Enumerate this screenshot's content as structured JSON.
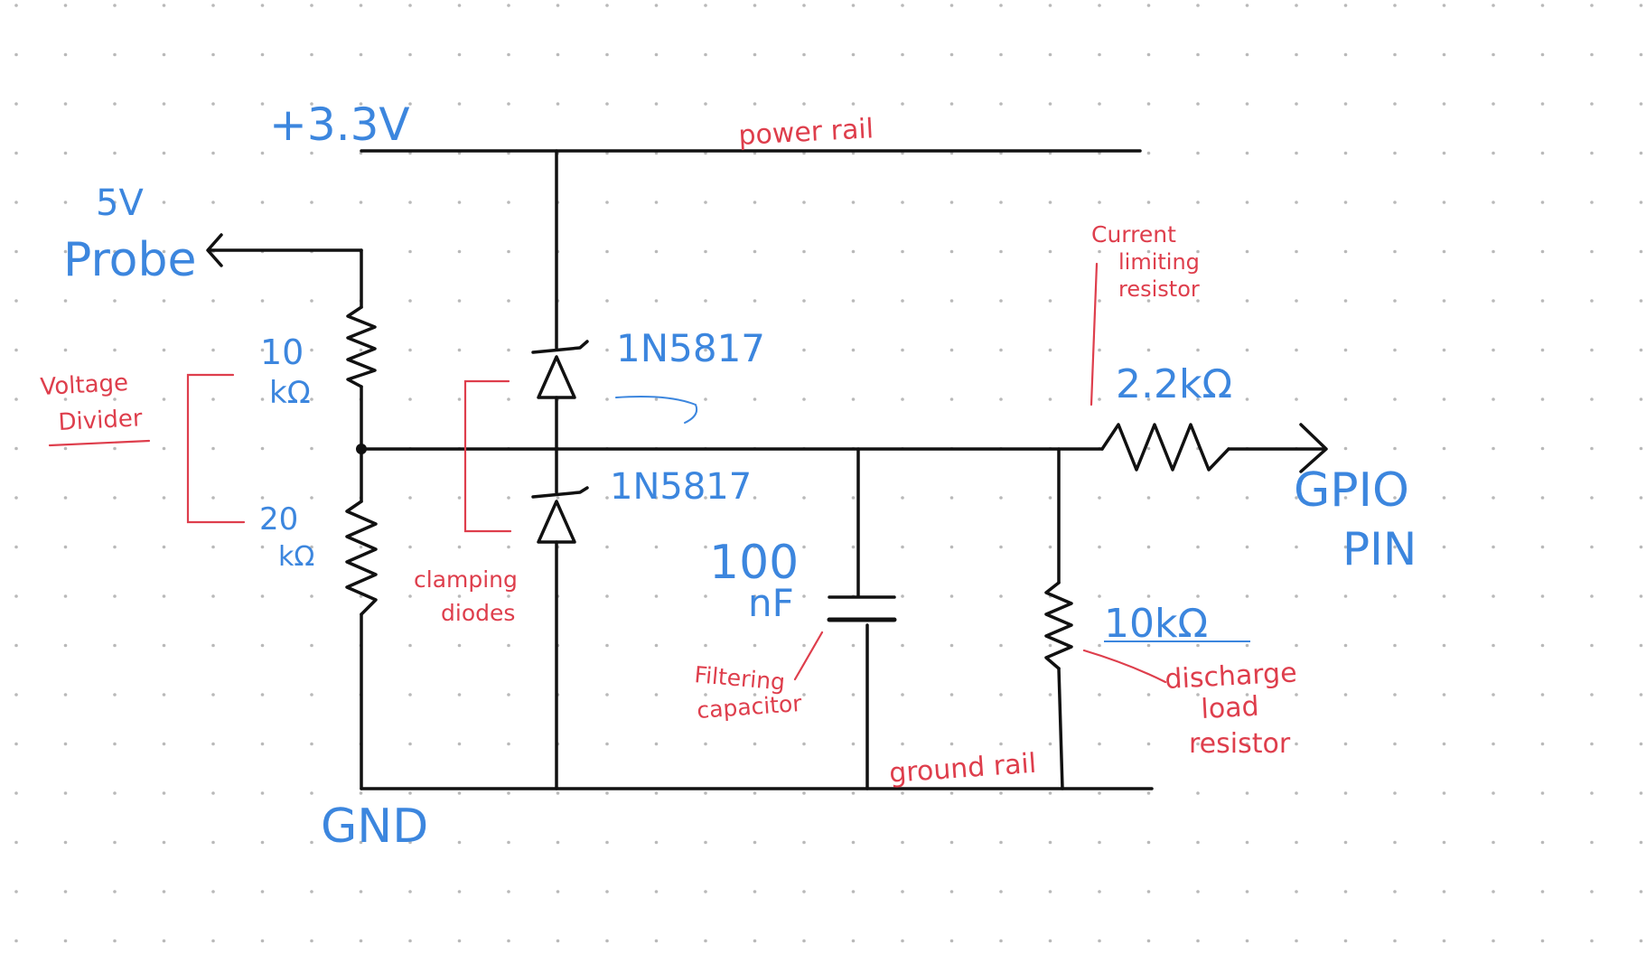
{
  "colors": {
    "background": "#ffffff",
    "grid_dot": "#b9b9b9",
    "wire": "#111111",
    "label_blue": "#3c86de",
    "note_red": "#de3e4c"
  },
  "labels": {
    "supply_voltage": "+3.3V",
    "power_rail": "power rail",
    "probe_voltage": "5V",
    "probe": "Probe",
    "r1_value_line1": "10",
    "r1_value_line2": "kΩ",
    "r2_value_line1": "20",
    "r2_value_line2": "kΩ",
    "voltage_divider_line1": "Voltage",
    "voltage_divider_line2": "Divider",
    "diode_top": "1N5817",
    "diode_bottom": "1N5817",
    "clamping_line1": "clamping",
    "clamping_line2": "diodes",
    "cap_value_line1": "100",
    "cap_value_line2": "nF",
    "filtering_line1": "Filtering",
    "filtering_line2": "capacitor",
    "current_limiting_line1": "Current",
    "current_limiting_line2": "limiting",
    "current_limiting_line3": "resistor",
    "r_series_value": "2.2kΩ",
    "gpio_line1": "GPIO",
    "gpio_line2": "PIN",
    "r_load_value": "10kΩ",
    "discharge_line1": "discharge",
    "discharge_line2": "load",
    "discharge_line3": "resistor",
    "ground_rail": "ground rail",
    "gnd": "GND"
  }
}
